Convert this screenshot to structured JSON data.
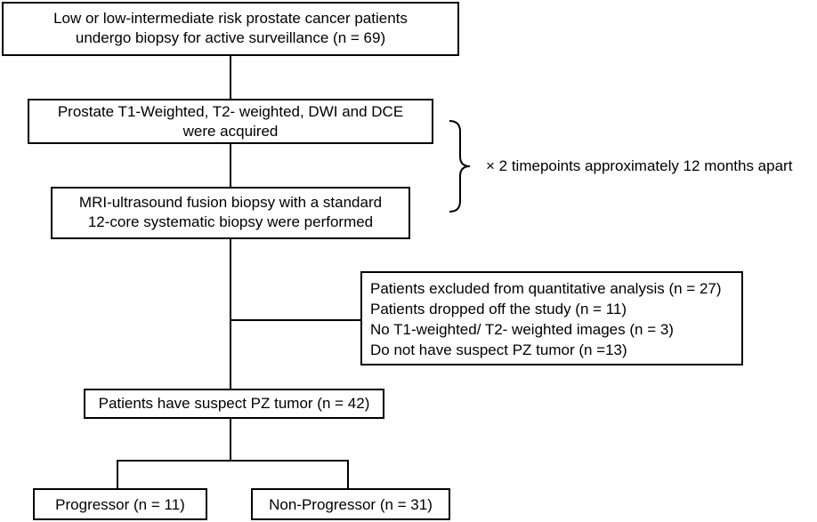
{
  "flowchart": {
    "top_box": {
      "line1": "Low or low-intermediate risk prostate cancer patients",
      "line2": "undergo biopsy for active surveillance (n = 69)"
    },
    "mri_box": {
      "line1": "Prostate T1-Weighted, T2- weighted, DWI and DCE",
      "line2": "were acquired"
    },
    "biopsy_box": {
      "line1": "MRI-ultrasound fusion biopsy with a standard",
      "line2": "12-core systematic biopsy were performed"
    },
    "timepoints_note": "× 2 timepoints approximately 12 months apart",
    "excluded_box": {
      "lines": [
        "Patients excluded from quantitative analysis (n = 27)",
        "Patients dropped off the study (n = 11)",
        "No T1-weighted/ T2- weighted images (n = 3)",
        "Do not have suspect PZ tumor (n =13)"
      ]
    },
    "pz_box": {
      "text": "Patients have suspect PZ tumor (n = 42)"
    },
    "progressor_box": {
      "text": "Progressor (n = 11)"
    },
    "non_progressor_box": {
      "text": "Non-Progressor (n = 31)"
    }
  }
}
